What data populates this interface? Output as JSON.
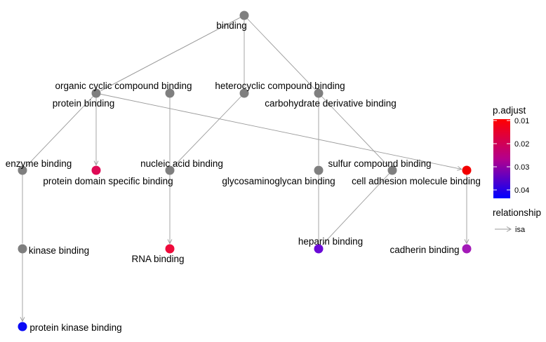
{
  "colors": {
    "edge": "#9b9b9b",
    "node_unannotated": "#7f7f7f",
    "gradient_low": "#ff0000",
    "gradient_high": "#0000ff"
  },
  "nodes": [
    {
      "id": "binding",
      "label": "binding",
      "fill": "#7f7f7f"
    },
    {
      "id": "organic",
      "label": "organic cyclic compound binding",
      "fill": "#7f7f7f"
    },
    {
      "id": "protein",
      "label": "protein binding",
      "fill": "#7f7f7f"
    },
    {
      "id": "heterocyclic",
      "label": "heterocyclic compound binding",
      "fill": "#7f7f7f"
    },
    {
      "id": "carbohydrate",
      "label": "carbohydrate derivative binding",
      "fill": "#7f7f7f"
    },
    {
      "id": "enzyme",
      "label": "enzyme binding",
      "fill": "#7f7f7f"
    },
    {
      "id": "pdsb",
      "label": "protein domain specific binding",
      "fill": "#de0a55"
    },
    {
      "id": "nucleic",
      "label": "nucleic acid binding",
      "fill": "#7f7f7f"
    },
    {
      "id": "glycos",
      "label": "glycosaminoglycan binding",
      "fill": "#7f7f7f"
    },
    {
      "id": "sulfur",
      "label": "sulfur compound binding",
      "fill": "#7f7f7f"
    },
    {
      "id": "cam",
      "label": "cell adhesion molecule binding",
      "fill": "#f20000"
    },
    {
      "id": "kinase",
      "label": "kinase binding",
      "fill": "#7f7f7f"
    },
    {
      "id": "rna",
      "label": "RNA binding",
      "fill": "#ee0a3a"
    },
    {
      "id": "heparin",
      "label": "heparin binding",
      "fill": "#6a0ad6"
    },
    {
      "id": "cadherin",
      "label": "cadherin binding",
      "fill": "#a31ab8"
    },
    {
      "id": "pkb",
      "label": "protein kinase binding",
      "fill": "#0a0af5"
    }
  ],
  "edges": [
    {
      "from": "binding",
      "to": "organic",
      "arrow": false
    },
    {
      "from": "binding",
      "to": "protein",
      "arrow": false
    },
    {
      "from": "binding",
      "to": "heterocyclic",
      "arrow": false
    },
    {
      "from": "binding",
      "to": "carbohydrate",
      "arrow": false
    },
    {
      "from": "protein",
      "to": "enzyme",
      "arrow": false
    },
    {
      "from": "protein",
      "to": "pdsb",
      "arrow": true
    },
    {
      "from": "protein",
      "to": "cam",
      "arrow": true
    },
    {
      "from": "organic",
      "to": "nucleic",
      "arrow": false
    },
    {
      "from": "heterocyclic",
      "to": "nucleic",
      "arrow": false
    },
    {
      "from": "carbohydrate",
      "to": "glycos",
      "arrow": false
    },
    {
      "from": "carbohydrate",
      "to": "sulfur",
      "arrow": false
    },
    {
      "from": "enzyme",
      "to": "kinase",
      "arrow": false
    },
    {
      "from": "nucleic",
      "to": "rna",
      "arrow": true
    },
    {
      "from": "glycos",
      "to": "heparin",
      "arrow": false
    },
    {
      "from": "sulfur",
      "to": "heparin",
      "arrow": false
    },
    {
      "from": "cam",
      "to": "cadherin",
      "arrow": true
    },
    {
      "from": "kinase",
      "to": "pkb",
      "arrow": true
    }
  ],
  "legend": {
    "color_title": "p.adjust",
    "ticks": [
      "0.01",
      "0.02",
      "0.03",
      "0.04"
    ],
    "relationship_title": "relationship",
    "relationship_item": "isa"
  }
}
